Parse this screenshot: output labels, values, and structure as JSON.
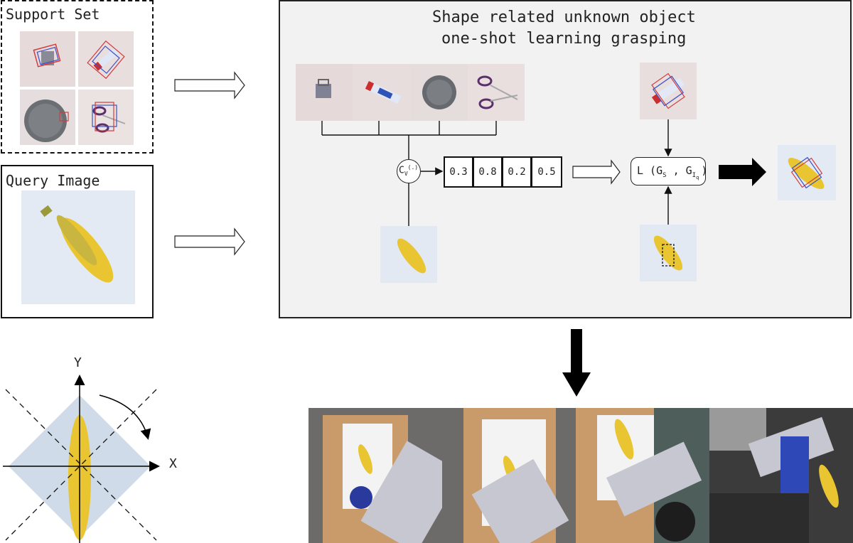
{
  "support_set": {
    "label": "Support Set"
  },
  "query": {
    "label": "Query Image"
  },
  "panel": {
    "title_line1": "Shape related unknown object",
    "title_line2": "one-shot learning grasping"
  },
  "similarity_op": {
    "symbol": "C",
    "subscript": "V",
    "paren": "(.)"
  },
  "scores": [
    "0.3",
    "0.8",
    "0.2",
    "0.5"
  ],
  "loss": {
    "text": "L (G",
    "s_sub": "S",
    "sep": " , G",
    "iq_sub": "I",
    "iq_subsub": "q",
    "close": ")"
  },
  "axes": {
    "y": "Y",
    "x": "X"
  },
  "colors": {
    "photo_bg": "#e9dcdc",
    "corn": "#e8c531",
    "grasp_red": "#d23c3c",
    "grasp_blue": "#3d4fc7",
    "panel_bg": "#f2f2f2"
  }
}
